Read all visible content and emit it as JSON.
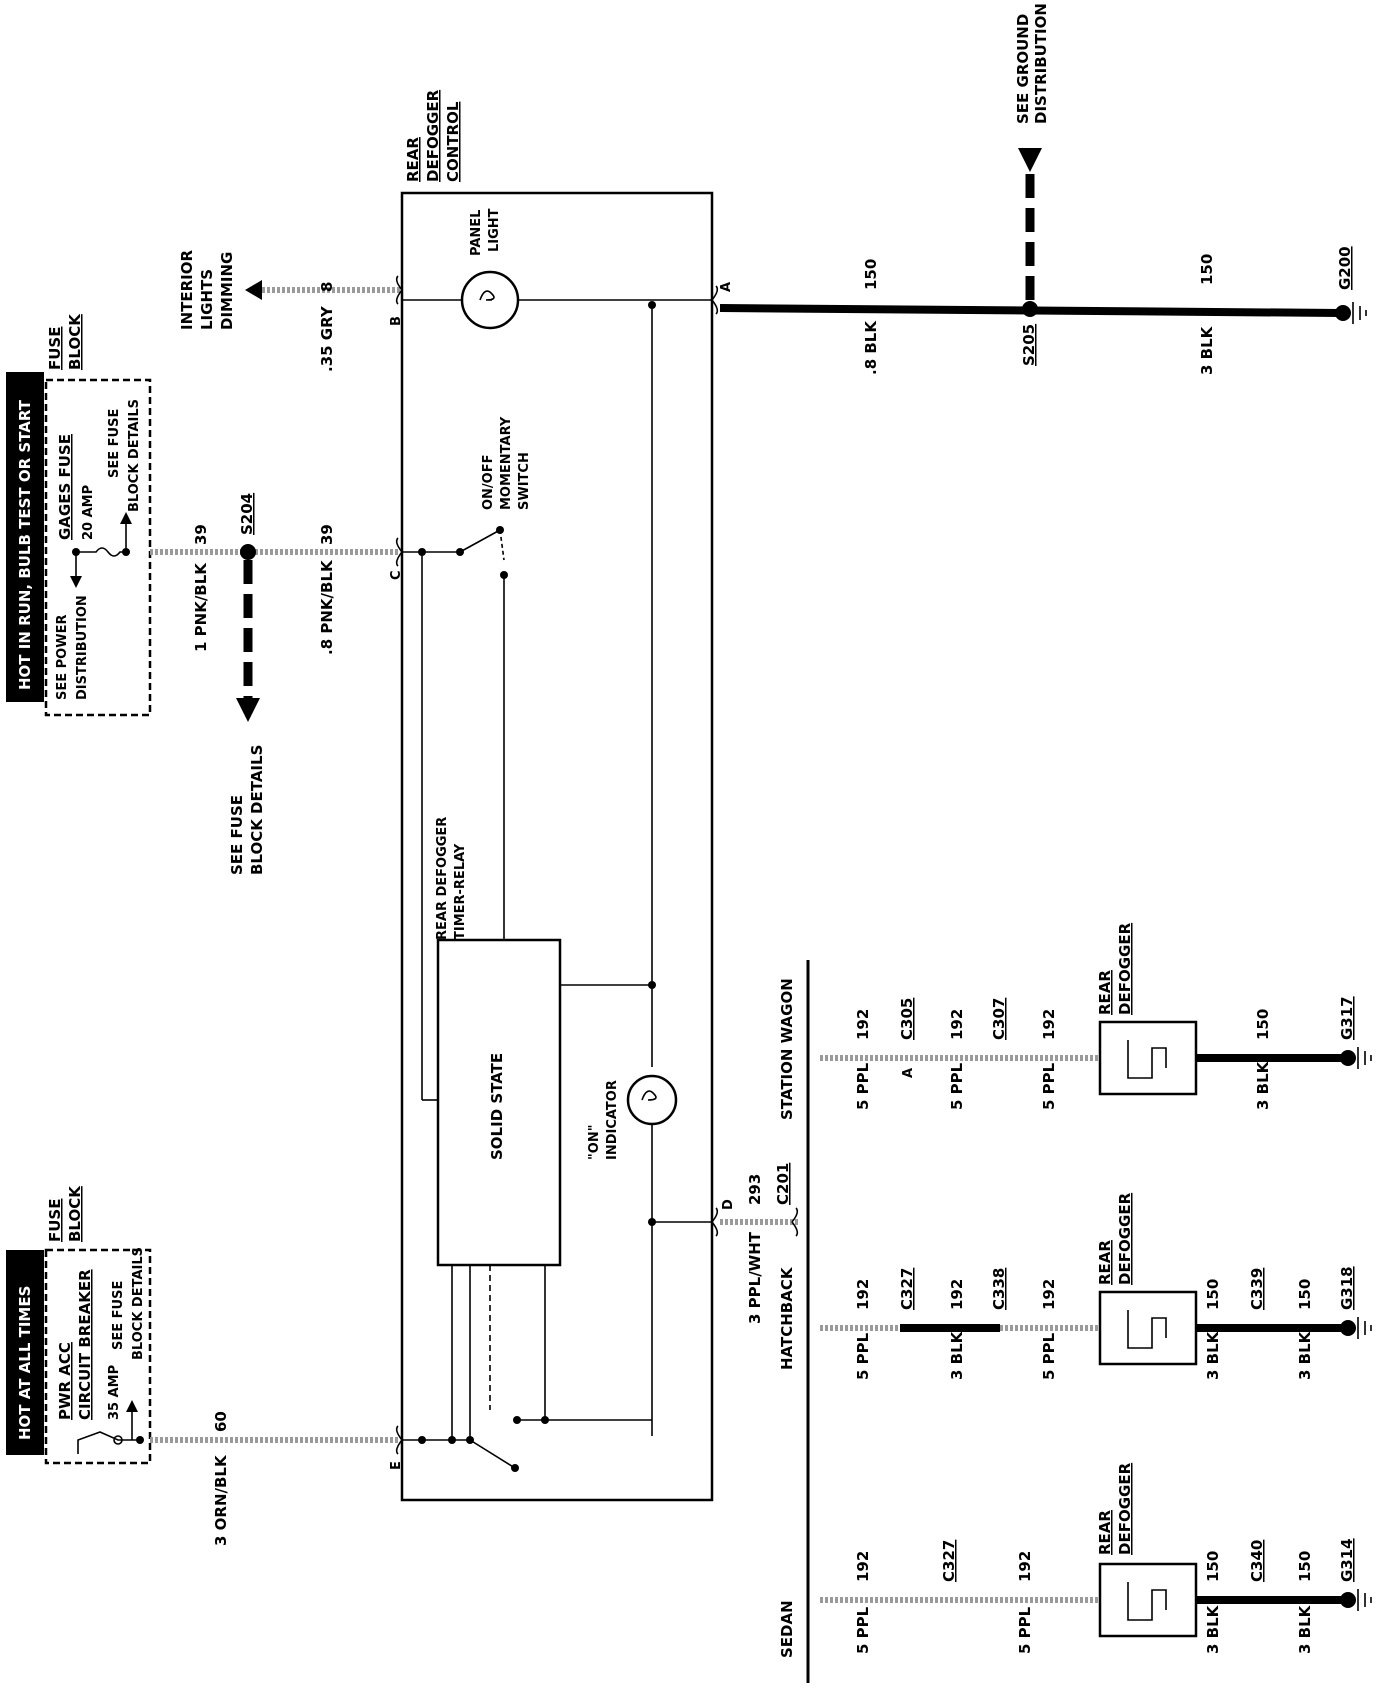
{
  "hot_run": "HOT IN RUN, BULB TEST OR START",
  "hot_all": "HOT AT ALL TIMES",
  "fuse_block": "FUSE BLOCK",
  "fuse_block_1": "FUSE",
  "fuse_block_2": "BLOCK",
  "gages_fuse": "GAGES FUSE",
  "gages_amp": "20 AMP",
  "see_power_1": "SEE POWER",
  "see_power_2": "DISTRIBUTION",
  "see_fuse_1": "SEE FUSE",
  "see_fuse_2": "BLOCK DETAILS",
  "pwr_acc_1": "PWR ACC",
  "pwr_acc_2": "CIRCUIT BREAKER",
  "pwr_amp": "35 AMP",
  "interior_1": "INTERIOR",
  "interior_2": "LIGHTS",
  "interior_3": "DIMMING",
  "w35gry": ".35 GRY",
  "c8": "8",
  "w1pnk": "1 PNK/BLK",
  "c39": "39",
  "w8pnk": ".8 PNK/BLK",
  "s204": "S204",
  "w3orn": "3 ORN/BLK",
  "c60": "60",
  "rdc_1": "REAR",
  "rdc_2": "DEFOGGER",
  "rdc_3": "CONTROL",
  "panel_1": "PANEL",
  "panel_2": "LIGHT",
  "onoff_1": "ON/OFF",
  "onoff_2": "MOMENTARY",
  "onoff_3": "SWITCH",
  "timer_1": "REAR DEFOGGER",
  "timer_2": "TIMER-RELAY",
  "solid": "SOLID STATE",
  "on_ind_1": "\"ON\"",
  "on_ind_2": "INDICATOR",
  "pinA": "A",
  "pinB": "B",
  "pinC": "C",
  "pinD": "D",
  "pinE": "E",
  "w8blk": ".8 BLK",
  "c150": "150",
  "s205": "S205",
  "w3blk": "3 BLK",
  "g200": "G200",
  "see_gnd_1": "SEE GROUND",
  "see_gnd_2": "DISTRIBUTION",
  "w3ppl": "3 PPL/WHT",
  "c293": "293",
  "c201": "C201",
  "station": "STATION WAGON",
  "hatch": "HATCHBACK",
  "sedan": "SEDAN",
  "w5ppl": "5 PPL",
  "c192": "192",
  "c305": "C305",
  "c307": "C307",
  "c327": "C327",
  "c338": "C338",
  "c339": "C339",
  "c340": "C340",
  "g317": "G317",
  "g318": "G318",
  "g314": "G314",
  "rd_1": "REAR",
  "rd_2": "DEFOGGER"
}
